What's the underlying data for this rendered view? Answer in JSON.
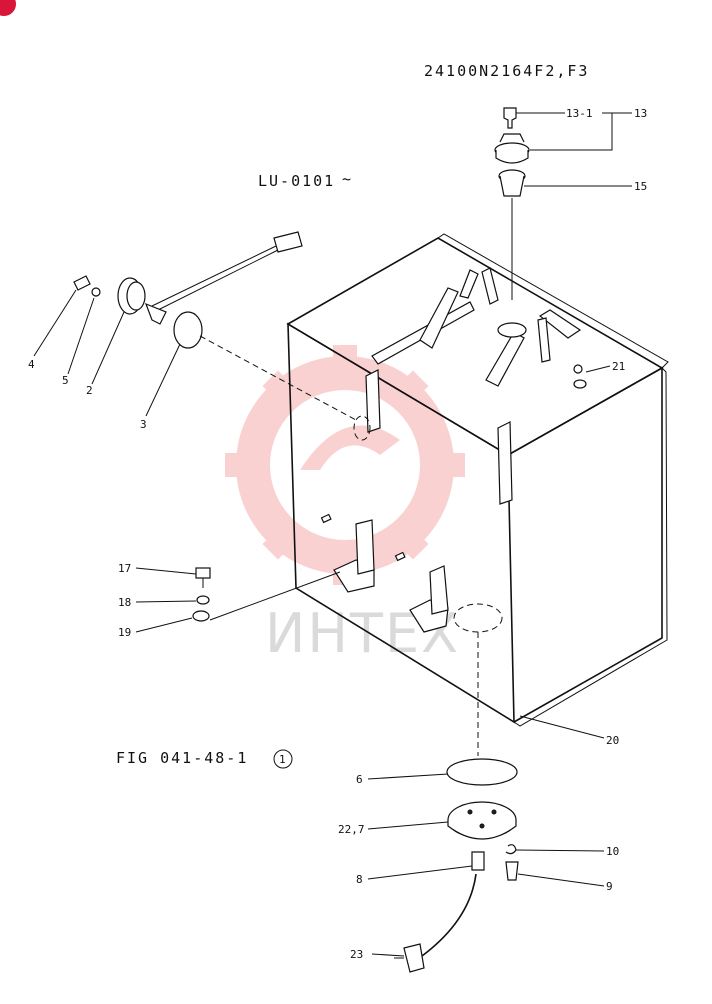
{
  "header": {
    "part_number": "24100N2164F2,F3",
    "serial": "LU-0101",
    "serial_suffix": "~",
    "figure": "FIG 041-48-1",
    "figure_mark": "1"
  },
  "watermark": {
    "text": "ИНТЕХ",
    "color": "#ee5a5a"
  },
  "corner_badge": {
    "color": "#d9163a"
  },
  "callouts": {
    "c1": "13-1",
    "c2": "13",
    "c3": "15",
    "c4": "21",
    "c5": "4",
    "c6": "5",
    "c7": "2",
    "c8": "3",
    "c9": "17",
    "c10": "18",
    "c11": "19",
    "c12": "20",
    "c13": "6",
    "c14": "22,7",
    "c15": "10",
    "c16": "8",
    "c17": "9",
    "c18": "23"
  }
}
